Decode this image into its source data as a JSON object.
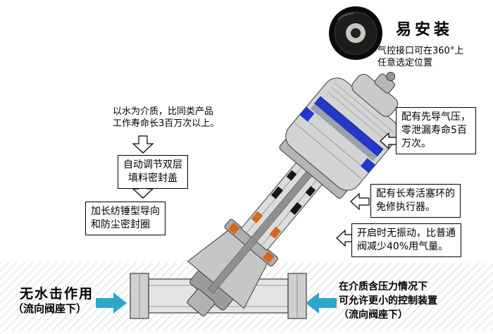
{
  "photo": {
    "title": "易安装",
    "caption": "气控接口可在360°上\n任意选定位置"
  },
  "left_annotations": {
    "note": "以水为介质，比同类产品\n工作寿命长3百万次以上。",
    "seal_cover_box": "自动调节双层\n填料密封盖",
    "guide_ring_box": "加长纺锤型导向\n和防尘密封圈"
  },
  "right_annotations": {
    "pilot_box": "配有先导气压，\n零泄漏寿命5百\n万次。",
    "actuator_box": "配有长寿活塞环的\n免修执行器。",
    "vibration_box": "开启时无振动，比普通\n阀减少40%用气量。"
  },
  "bottom_left": {
    "title": "无水击作用",
    "subtitle": "（流向阀座下）"
  },
  "bottom_right": {
    "text": "在介质含压力情况下\n可允许更小的控制装置\n（流向阀座下）"
  },
  "colors": {
    "valve_blue": "#2338c8",
    "seal_orange": "#d2691e",
    "arrow_teal": "#2da7c7"
  }
}
